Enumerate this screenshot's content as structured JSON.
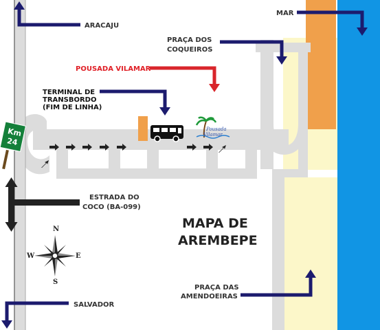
{
  "map": {
    "title_line1": "MAPA DE",
    "title_line2": "AREMBEPE",
    "colors": {
      "road": "#dcdcdc",
      "sea": "#1195e4",
      "beach": "#fcf7c9",
      "orange_block": "#f0a04b",
      "arrow_navy": "#1c1b6e",
      "arrow_red": "#d9252b",
      "sign_green": "#14803a"
    }
  },
  "labels": {
    "aracaju": "ARACAJU",
    "mar": "MAR",
    "praca_coqueiros_1": "PRAÇA DOS",
    "praca_coqueiros_2": "COQUEIROS",
    "pousada": "POUSADA VILAMAR",
    "terminal_1": "TERMINAL DE",
    "terminal_2": "TRANSBORDO",
    "terminal_3": "(FIM DE LINHA)",
    "estrada_1": "ESTRADA DO",
    "estrada_2": "COCO (BA-099)",
    "praca_amendoeiras_1": "PRAÇA DAS",
    "praca_amendoeiras_2": "AMENDOEIRAS",
    "salvador": "SALVADOR"
  },
  "km_sign": {
    "line1": "Km",
    "line2": "24"
  },
  "compass": {
    "n": "N",
    "s": "S",
    "e": "E",
    "w": "W"
  },
  "pousada_logo": {
    "line1": "Pousada",
    "line2": "Vilamar"
  },
  "icons": [
    "bus-icon",
    "palm-tree-logo-icon",
    "compass-rose-icon",
    "road-direction-arrow-icon"
  ]
}
